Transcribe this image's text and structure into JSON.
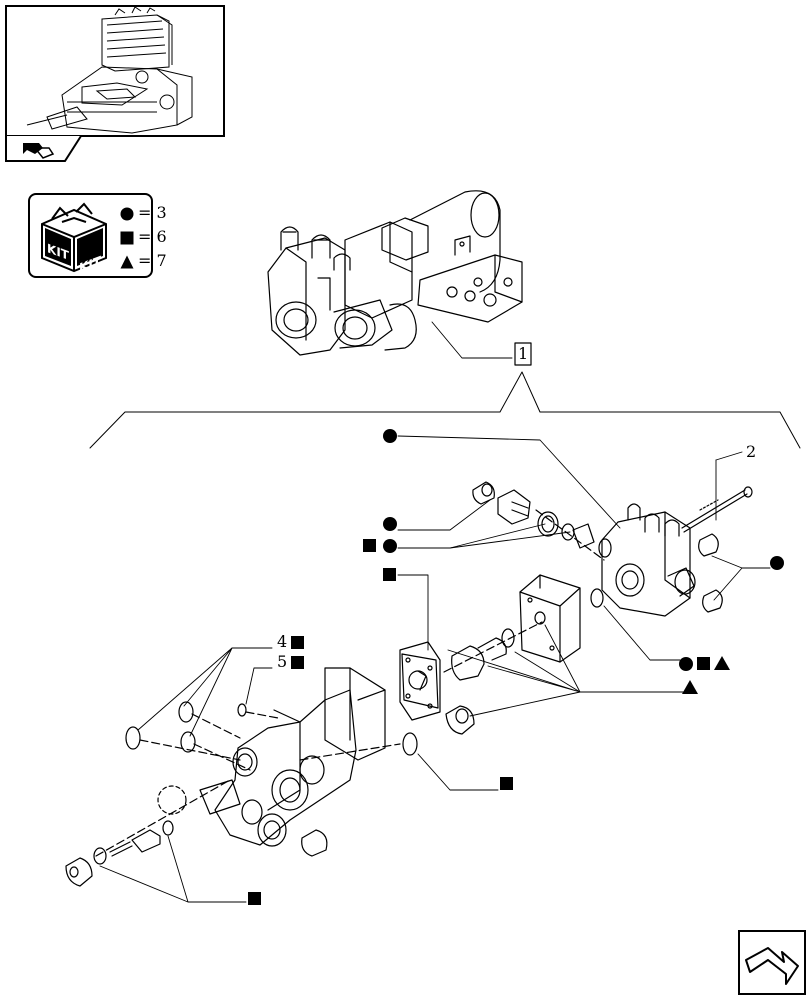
{
  "kit_legend": {
    "kit_label_top": "KIT",
    "kit_label_bottom": "KIT",
    "rows": [
      {
        "symbol": "circle",
        "text": "= 3"
      },
      {
        "symbol": "square",
        "text": "= 6"
      },
      {
        "symbol": "triangle",
        "text": "= 7"
      }
    ]
  },
  "callouts": {
    "item_1": "1",
    "item_2": "2",
    "item_4": "4",
    "item_5": "5"
  },
  "icons": {
    "thumbnail": "assembly-thumbnail-icon",
    "tab": "assembly-nav-tab-icon",
    "kit": "kit-box-icon",
    "next": "next-page-arrow-icon"
  }
}
